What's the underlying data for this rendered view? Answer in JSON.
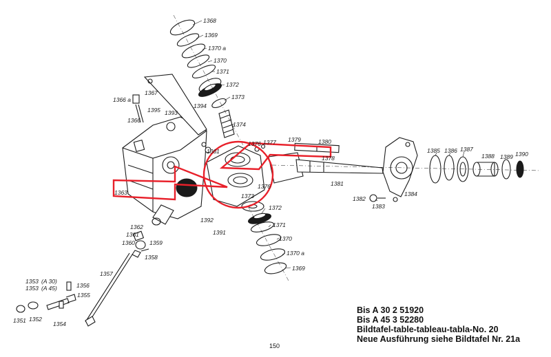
{
  "parts": {
    "p1368": "1368",
    "p1369a": "1369",
    "p1370a_top": "1370 a",
    "p1370_top": "1370",
    "p1371_top": "1371",
    "p1372_top": "1372",
    "p1373_top": "1373",
    "p1374": "1374",
    "p1366a": "1366 a",
    "p1366": "1366",
    "p1367": "1367",
    "p1395": "1395",
    "p1393": "1393",
    "p1394": "1394",
    "p1361": "1361",
    "p1376a": "1376",
    "p1377": "1377",
    "p1379": "1379",
    "p1380": "1380",
    "p1378": "1378",
    "p1381": "1381",
    "p1382": "1382",
    "p1383": "1383",
    "p1384": "1384",
    "p1385": "1385",
    "p1386": "1386",
    "p1387": "1387",
    "p1388": "1388",
    "p1389": "1389",
    "p1390": "1390",
    "p1363": "1363",
    "p1376b": "1376",
    "p1373_bot": "1373",
    "p1372_bot": "1372",
    "p1371_bot": "1371",
    "p1370_bot": "1370",
    "p1370a_bot": "1370 a",
    "p1369_bot": "1369",
    "p1391": "1391",
    "p1392": "1392",
    "p1362": "1362",
    "p1361b": "1361",
    "p1360": "1360",
    "p1359": "1359",
    "p1358": "1358",
    "p1357": "1357",
    "p1353a": "1353",
    "p1353a_note": "(A 30)",
    "p1353b": "1353",
    "p1353b_note": "(A 45)",
    "p1356": "1356",
    "p1355": "1355",
    "p1351": "1351",
    "p1352": "1352",
    "p1354": "1354"
  },
  "caption": {
    "line1": "Bis A 30 2 51920",
    "line2": "Bis A 45 3 52280",
    "line3": "Bildtafel-table-tableau-tabla-No. 20",
    "line4": "Neue Ausführung siehe Bildtafel Nr. 21a"
  },
  "page_number": "150",
  "colors": {
    "ink": "#1a1a1a",
    "annotation": "#e8202a",
    "paper": "#ffffff"
  }
}
